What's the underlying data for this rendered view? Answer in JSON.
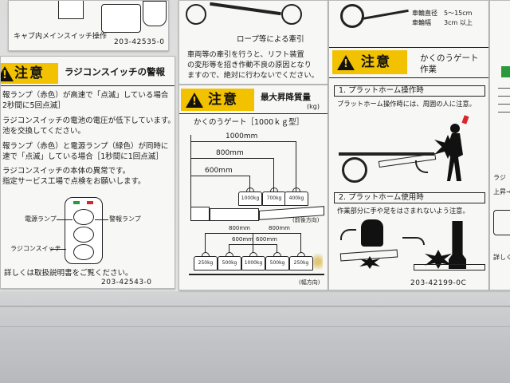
{
  "left_label": {
    "top_caption": "キャブ内メインスイッチ操作",
    "top_code": "203-42535-0",
    "banner": "注意",
    "banner_title": "ラジコンスイッチの警報",
    "lines": [
      "報ランプ（赤色）が高速で「点滅」している場合",
      "2秒間に5回点滅］",
      "ラジコンスイッチの電池の電圧が低下しています。",
      "池を交換してください。",
      "報ランプ（赤色）と電源ランプ（緑色）が同時に",
      "速で「点滅」している場合［1秒間に1回点滅］",
      "ラジコンスイッチの本体の異常です。",
      "指定サービス工場で点検をお願いします。"
    ],
    "power_lamp": "電源ランプ",
    "alarm_lamp": "警報ランプ",
    "radio_switch": "ラジコンスイッチ",
    "footer": "詳しくは取扱説明書をご覧ください。",
    "code": "203-42543-0"
  },
  "middle_label": {
    "rope_caption": "ロープ等による牽引",
    "paragraph": [
      "車両等の牽引を行うと、リフト装置",
      "の変形等を招き作動不良の原因となり",
      "ますので、絶対に行わないでください。"
    ],
    "banner": "注意",
    "max_title": "最大昇降質量",
    "unit": "(kg)",
    "gate_type": "かくのうゲート［1000ｋｇ型］",
    "dist_1000": "1000mm",
    "dist_800": "800mm",
    "dist_600": "600mm",
    "front_weights": [
      "1000kg",
      "700kg",
      "400kg"
    ],
    "front_dir": "(前後方向)",
    "side_top": [
      "800mm",
      "800mm"
    ],
    "side_inner": [
      "600mm",
      "600mm"
    ],
    "side_weights": [
      "250kg",
      "500kg",
      "1000kg",
      "500kg",
      "250kg"
    ],
    "side_dir": "(幅方向)"
  },
  "right_label": {
    "top_lines": [
      "車輪直径　5～15cm",
      "車輪幅　　3cm 以上"
    ],
    "banner": "注意",
    "title_lines": [
      "かくのうゲート",
      "作業"
    ],
    "section1": "1. プラットホーム操作時",
    "section1_text": "プラットホーム操作時には、周囲の人に注意。",
    "section2": "2. プラットホーム使用時",
    "section2_text": "作業部分に手や足をはさまれないよう注意。",
    "code": "203-42199-0C"
  },
  "far_right_label": {
    "lines": [
      "ラジ",
      "上昇→",
      "詳しく"
    ]
  }
}
